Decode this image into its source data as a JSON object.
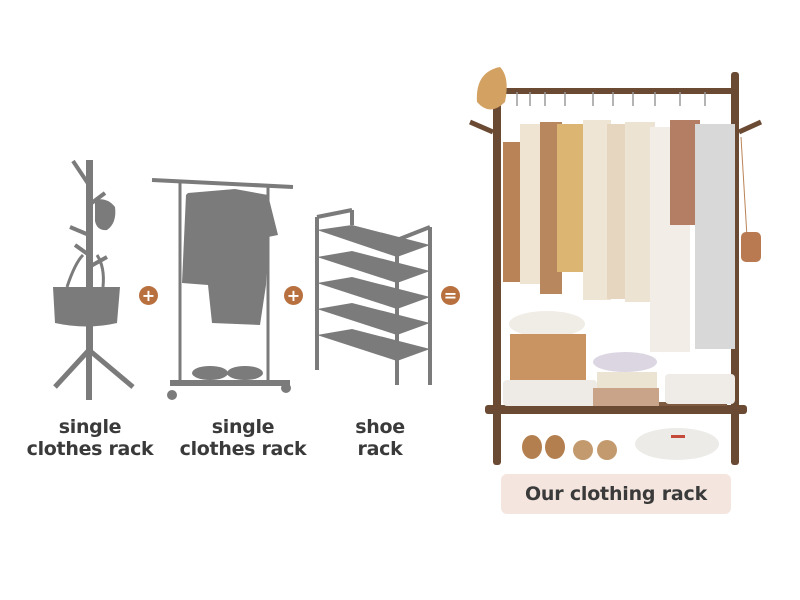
{
  "items": [
    {
      "label_line1": "single",
      "label_line2": "clothes rack",
      "icon": "coat-tree-icon"
    },
    {
      "label_line1": "single",
      "label_line2": "clothes rack",
      "icon": "garment-rack-icon"
    },
    {
      "label_line1": "shoe",
      "label_line2": "rack",
      "icon": "shoe-rack-icon"
    }
  ],
  "operators": [
    "+",
    "+",
    "="
  ],
  "result": {
    "label": "Our clothing rack",
    "icon": "wooden-clothing-rack-photo"
  },
  "colors": {
    "silhouette": "#7b7b7b",
    "operator": "#b9703f",
    "badge_bg": "#f4e6df",
    "text": "#3a3a3a",
    "wood": "#6b4a33"
  }
}
